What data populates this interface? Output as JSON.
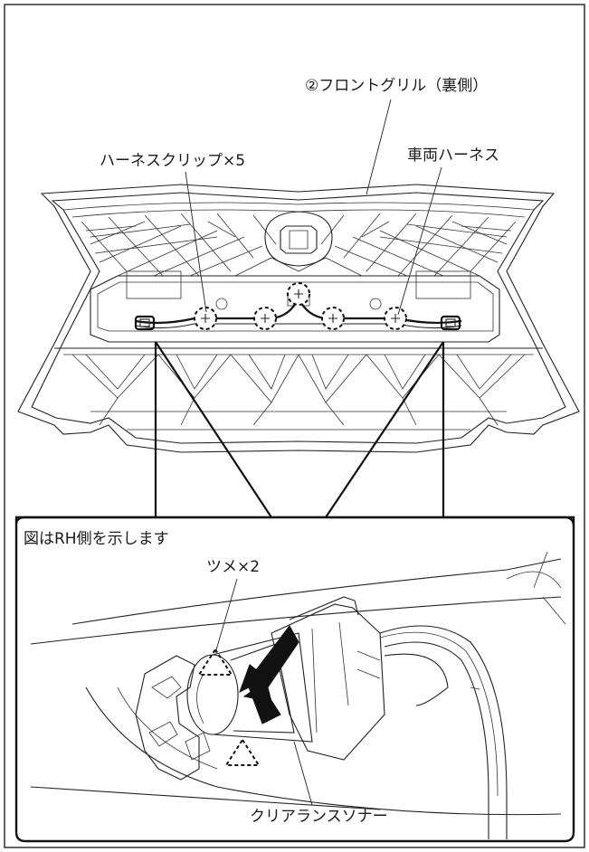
{
  "labels": {
    "front_grille": "②フロントグリル（裏側）",
    "harness_clip": "ハーネスクリップ×5",
    "vehicle_harness": "車両ハーネス",
    "rh_note": "図はRH側を示します",
    "claw": "ツメ×2",
    "clearance_sonar": "クリアランスソナー"
  }
}
